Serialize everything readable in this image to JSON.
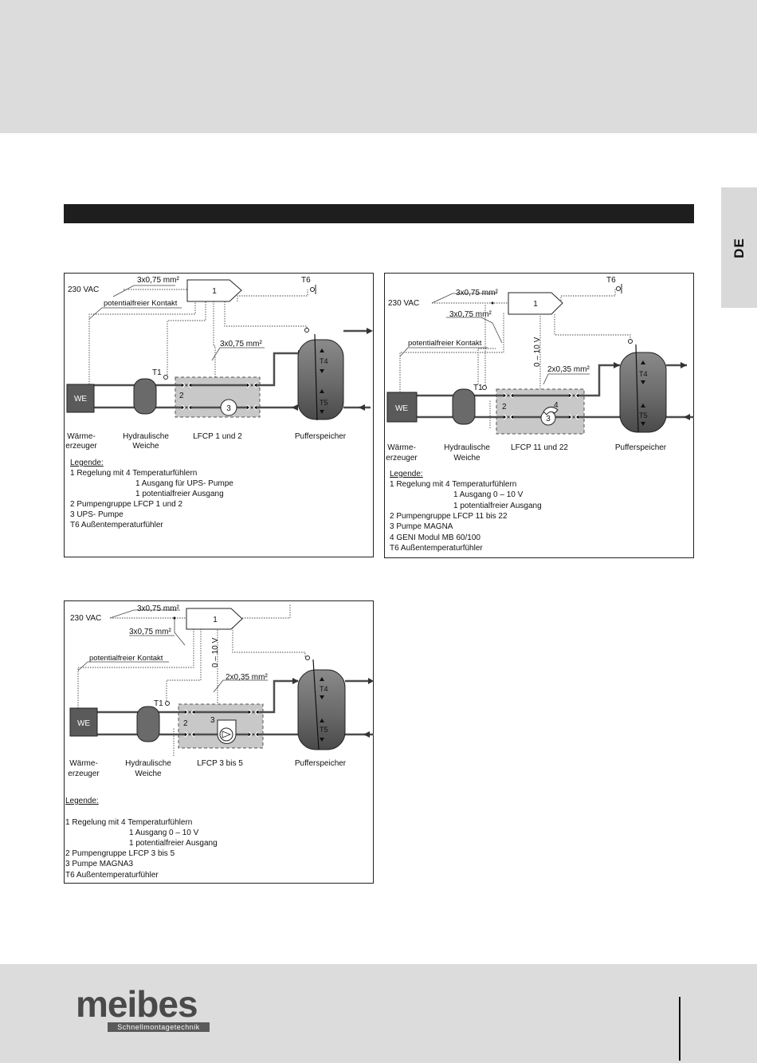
{
  "language_tab": "DE",
  "logo": {
    "brand": "meibes",
    "tagline": "Schnellmontagetechnik"
  },
  "diagram_a": {
    "supply_label": "230 VAC",
    "cable_power": "3x0,75 mm²",
    "cable_contact": "3x0,75 mm²",
    "contact_label": "potentialfreier Kontakt",
    "controller_num": "1",
    "sensor_outdoor": "T6",
    "sensor_t1": "T1",
    "sensor_t4": "T4",
    "sensor_t5": "T5",
    "we": "WE",
    "group_num": "2",
    "pump_num": "3",
    "caption_generator_1": "Wärme-",
    "caption_generator_2": "erzeuger",
    "caption_separator_1": "Hydraulische",
    "caption_separator_2": "Weiche",
    "caption_group": "LFCP 1 und 2",
    "caption_tank": "Pufferspeicher",
    "legend_title": "Legende:",
    "legend": [
      "1  Regelung mit 4 Temperaturfühlern",
      "1 Ausgang für UPS- Pumpe",
      "1 potentialfreier Ausgang",
      "2  Pumpengruppe LFCP 1 und 2",
      "3  UPS- Pumpe",
      "T6 Außentemperaturfühler"
    ]
  },
  "diagram_b": {
    "supply_label": "230 VAC",
    "cable_power": "3x0,75 mm²",
    "cable_contact": "3x0,75 mm²",
    "cable_signal": "2x0,35 mm²",
    "signal_label": "0 – 10 V",
    "contact_label": "potentialfreier Kontakt",
    "controller_num": "1",
    "sensor_outdoor": "T6",
    "sensor_t1": "T1",
    "sensor_t4": "T4",
    "sensor_t5": "T5",
    "we": "WE",
    "group_num": "2",
    "pump_num": "3",
    "module_num": "4",
    "caption_generator_1": "Wärme-",
    "caption_generator_2": "erzeuger",
    "caption_separator_1": "Hydraulische",
    "caption_separator_2": "Weiche",
    "caption_group": "LFCP 11 und 22",
    "caption_tank": "Pufferspeicher",
    "legend_title": "Legende:",
    "legend": [
      "1  Regelung mit 4 Temperaturfühlern",
      "1 Ausgang 0 – 10 V",
      "1 potentialfreier Ausgang",
      "2  Pumpengruppe LFCP 11 bis 22",
      "3  Pumpe MAGNA",
      "4  GENI Modul MB 60/100",
      "T6 Außentemperaturfühler"
    ]
  },
  "diagram_c": {
    "supply_label": "230 VAC",
    "cable_power": "3x0,75 mm²",
    "cable_contact": "3x0,75 mm²",
    "cable_signal": "2x0,35 mm²",
    "signal_label": "0 – 10 V",
    "contact_label": "potentialfreier Kontakt",
    "controller_num": "1",
    "sensor_t1": "T1",
    "sensor_t4": "T4",
    "sensor_t5": "T5",
    "we": "WE",
    "group_num": "2",
    "pump_num": "3",
    "caption_generator_1": "Wärme-",
    "caption_generator_2": "erzeuger",
    "caption_separator_1": "Hydraulische",
    "caption_separator_2": "Weiche",
    "caption_group": "LFCP 3 bis 5",
    "caption_tank": "Pufferspeicher",
    "legend_title": "Legende:",
    "legend": [
      "1  Regelung mit 4 Temperaturfühlern",
      "1 Ausgang 0 – 10 V",
      "1 potentialfreier Ausgang",
      "2  Pumpengruppe LFCP 3 bis 5",
      "3  Pumpe MAGNA3",
      "T6 Außentemperaturfühler"
    ]
  }
}
